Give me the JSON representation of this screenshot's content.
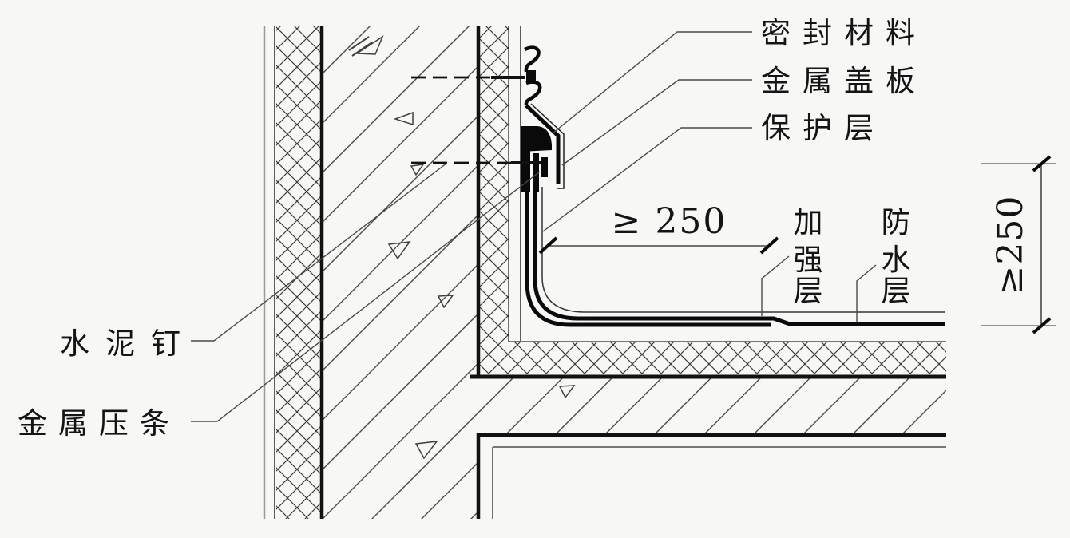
{
  "drawing": {
    "type": "construction-detail",
    "subject": "roof-parapet waterproofing junction detail",
    "labels": {
      "seal_material": "密封材料",
      "metal_cover_plate": "金属盖板",
      "protective_layer": "保护层",
      "cement_nail": "水泥钉",
      "metal_batten": "金属压条",
      "reinforcement_layer_chars": [
        "加",
        "强",
        "层"
      ],
      "waterproof_layer_chars": [
        "防",
        "水",
        "层"
      ]
    },
    "dimensions": {
      "horizontal_min_overlap": "≥ 250",
      "vertical_min_upstand": "≥250"
    },
    "colors": {
      "background": "#f7f7f5",
      "line": "#111111",
      "hatch": "#3d3d3d",
      "leader": "#4a4a4a"
    }
  }
}
